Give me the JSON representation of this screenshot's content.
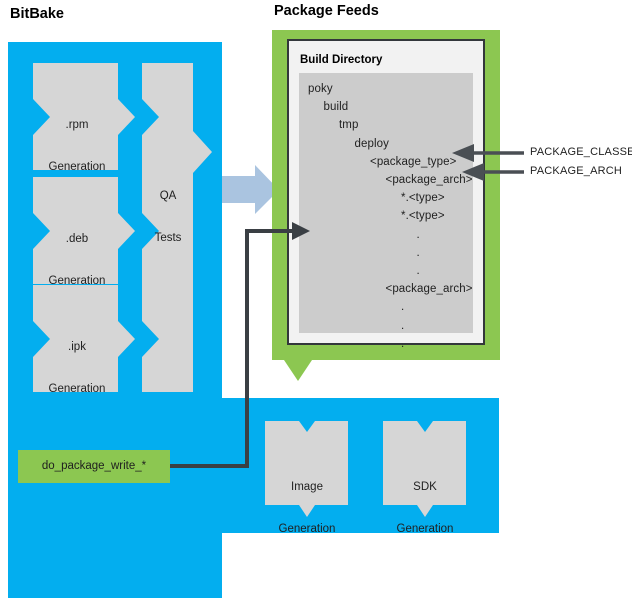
{
  "colors": {
    "bitbake_blue": "#03aeef",
    "package_green": "#8cc751",
    "shape_gray": "#d6d6d6",
    "tree_panel_gray": "#cccccc",
    "card_white": "#f2f2f2",
    "arrow_blue": "#aac4e0",
    "connector_dark": "#3a3f44",
    "text_dark": "#1f1f1f"
  },
  "titles": {
    "bitbake": "BitBake",
    "package_feeds": "Package Feeds"
  },
  "bitbake": {
    "generation_boxes": [
      {
        "line1": ".rpm",
        "line2": "Generation"
      },
      {
        "line1": ".deb",
        "line2": "Generation"
      },
      {
        "line1": ".ipk",
        "line2": "Generation"
      }
    ],
    "qa_tests": {
      "line1": "QA",
      "line2": "Tests"
    },
    "task_box": {
      "label": "do_package_write_*"
    },
    "output_boxes": [
      {
        "line1": "Image",
        "line2": "Generation"
      },
      {
        "line1": "SDK",
        "line2": "Generation"
      }
    ]
  },
  "package_feeds": {
    "card_title": "Build Directory",
    "tree": [
      {
        "text": "poky",
        "indent": 0
      },
      {
        "text": "build",
        "indent": 1
      },
      {
        "text": "tmp",
        "indent": 2
      },
      {
        "text": "deploy",
        "indent": 3
      },
      {
        "text": "<package_type>",
        "indent": 4
      },
      {
        "text": "<package_arch>",
        "indent": 5
      },
      {
        "text": "*.<type>",
        "indent": 6
      },
      {
        "text": "*.<type>",
        "indent": 6
      },
      {
        "text": ".",
        "indent": 7
      },
      {
        "text": ".",
        "indent": 7
      },
      {
        "text": ".",
        "indent": 7
      },
      {
        "text": "<package_arch>",
        "indent": 5
      },
      {
        "text": ".",
        "indent": 6
      },
      {
        "text": ".",
        "indent": 6
      },
      {
        "text": ".",
        "indent": 6
      }
    ],
    "variable_callouts": [
      {
        "label": "PACKAGE_CLASSES",
        "target": "<package_type>"
      },
      {
        "label": "PACKAGE_ARCH",
        "target": "<package_arch>"
      }
    ]
  }
}
